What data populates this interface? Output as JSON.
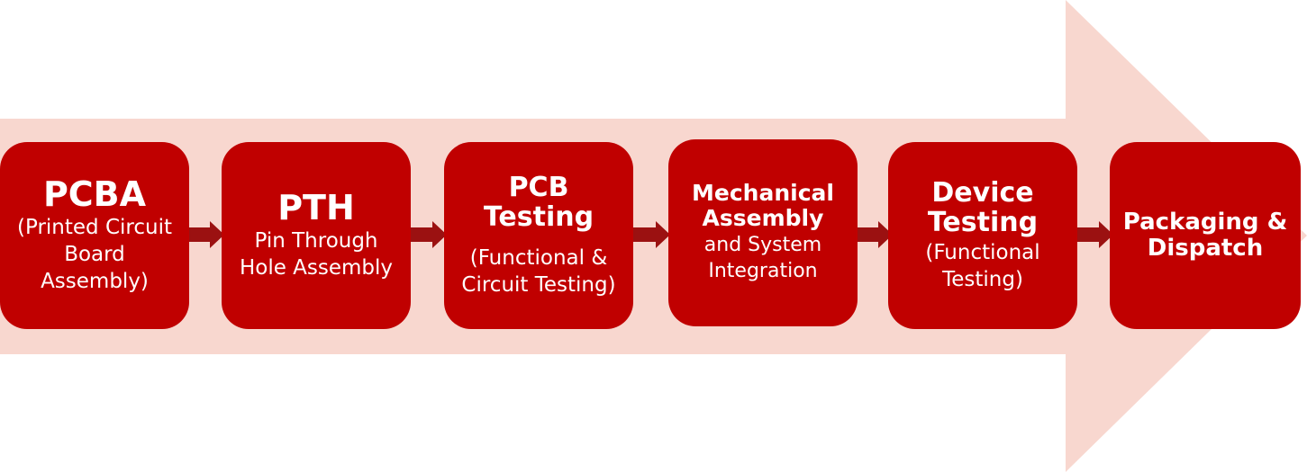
{
  "colors": {
    "background_arrow": "#f8d7cf",
    "box_fill": "#c00000",
    "connector": "#9b1111",
    "text": "#ffffff"
  },
  "flow": {
    "steps": [
      {
        "title": "PCBA",
        "subtitle": "(Printed Circuit Board Assembly)"
      },
      {
        "title": "PTH",
        "subtitle": "Pin Through Hole Assembly"
      },
      {
        "title": "PCB Testing",
        "subtitle": "(Functional & Circuit Testing)"
      },
      {
        "title": "Mechanical Assembly",
        "subtitle": "and System Integration"
      },
      {
        "title": "Device Testing",
        "subtitle": "(Functional Testing)"
      },
      {
        "title": "Packaging & Dispatch",
        "subtitle": ""
      }
    ]
  }
}
